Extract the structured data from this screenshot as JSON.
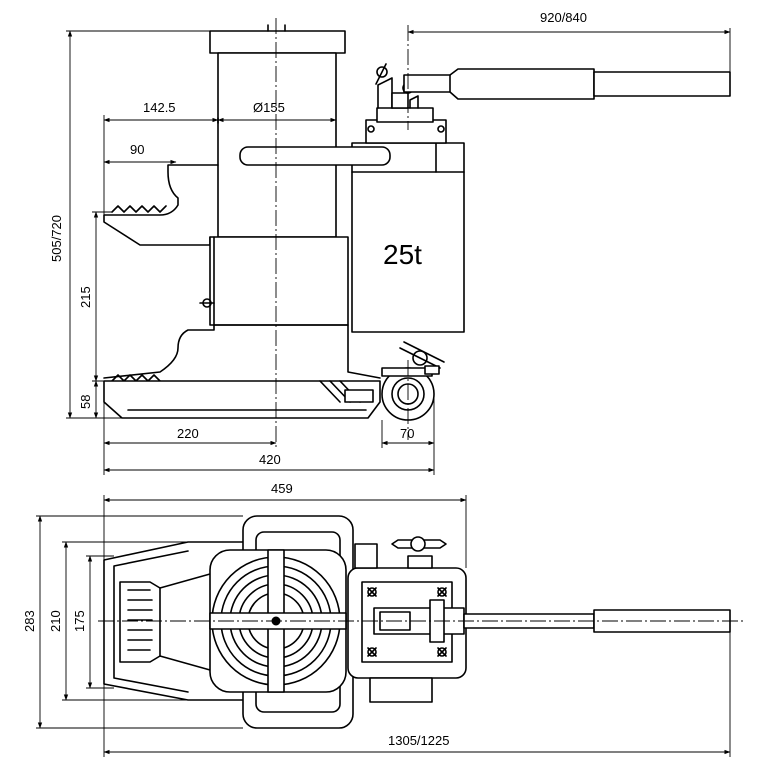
{
  "capacity_label": "25t",
  "dimensions": {
    "handle_length": "920/840",
    "claw_offset": "142.5",
    "ram_diameter": "Ø155",
    "claw_depth": "90",
    "total_height": "505/720",
    "claw_height": "215",
    "toe_height": "58",
    "toe_to_center": "220",
    "base_length": "420",
    "wheel_width": "70",
    "top_length": "459",
    "outer_width": "283",
    "mid_width": "210",
    "inner_width": "175",
    "overall_length": "1305/1225"
  }
}
